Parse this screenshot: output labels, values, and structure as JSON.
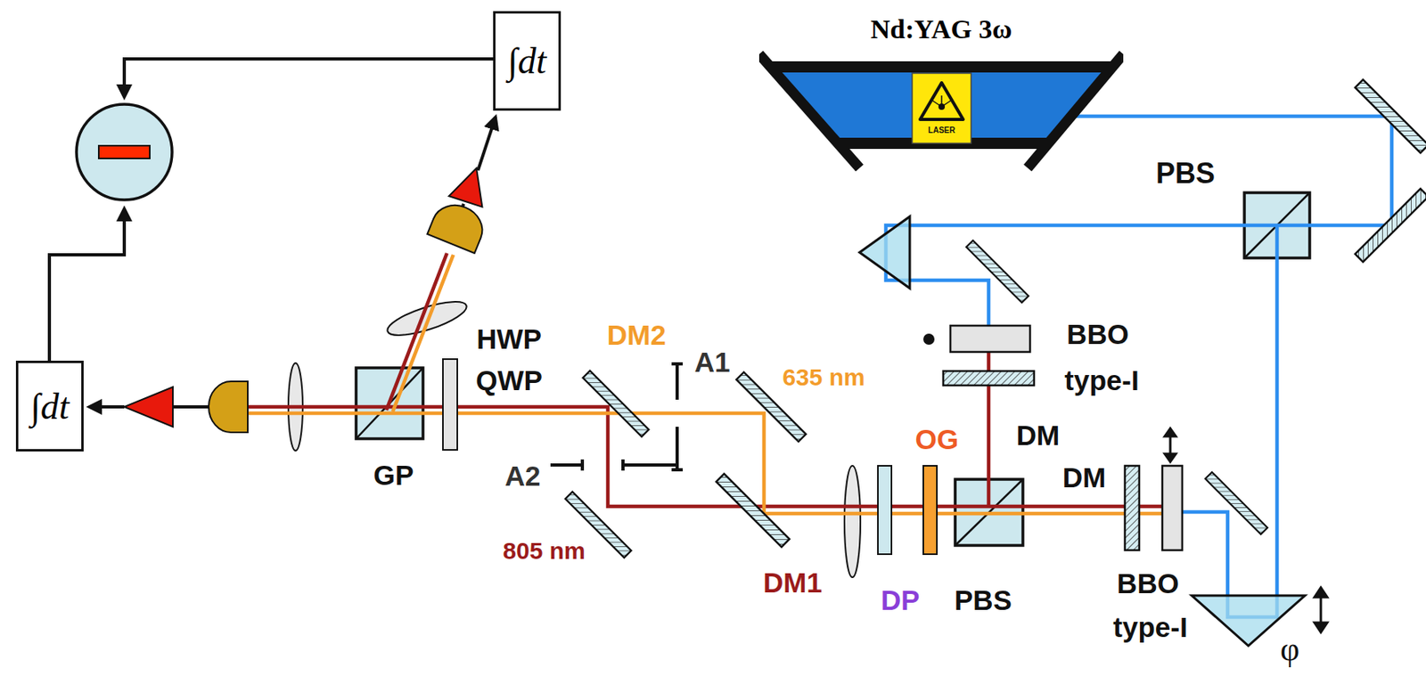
{
  "diagram": {
    "nodes": [
      {
        "text": [
          "Nd:YAG 3ω",
          "LASER"
        ]
      },
      {
        "text": [
          "∫dt"
        ]
      },
      {
        "text": [
          "∫dt"
        ]
      }
    ],
    "labels": [
      "PBS",
      "BBO",
      "type-I",
      "HWP",
      "DM2",
      "A1",
      "635 nm",
      "QWP",
      "OG",
      "DM",
      "DM",
      "GP",
      "A2",
      "805 nm",
      "DM1",
      "DP",
      "PBS",
      "BBO",
      "type-I",
      "φ"
    ]
  }
}
